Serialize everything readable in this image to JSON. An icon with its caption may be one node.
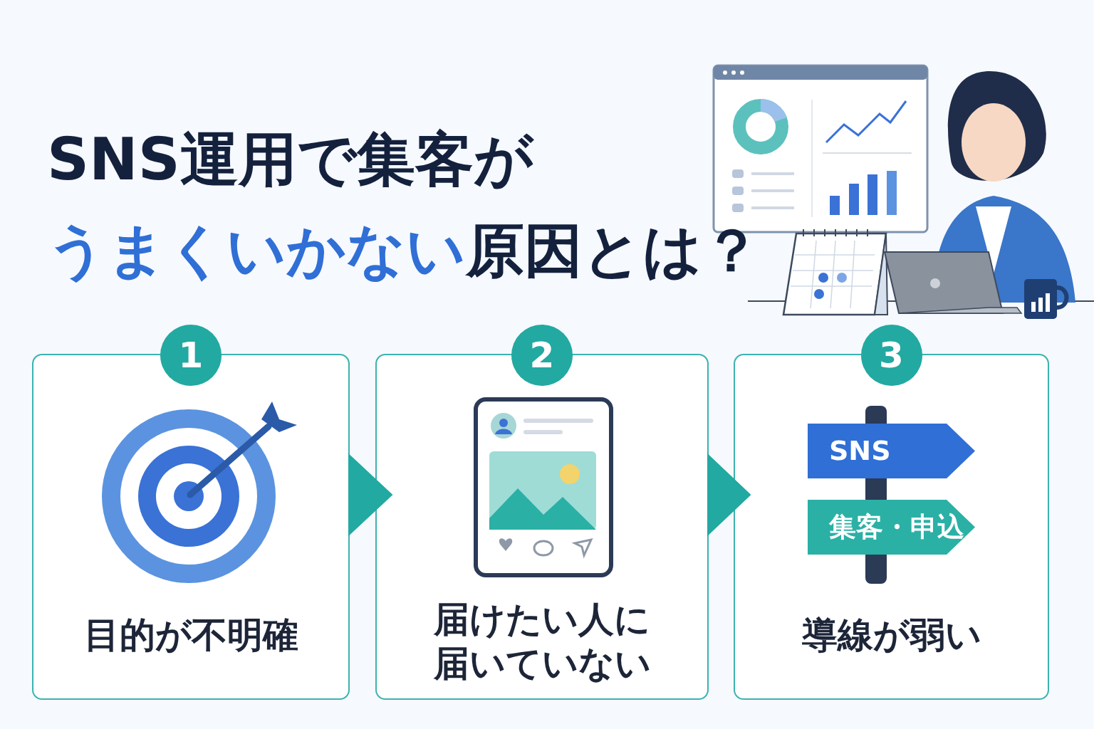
{
  "diagram": {
    "title": "SNS運用で集客が**うまくいかない**原因とは？",
    "nodes": [
      {
        "text": [
          "1",
          "目的が不明確"
        ]
      },
      {
        "text": [
          "2",
          "届けたい人に届いていない"
        ]
      },
      {
        "text": [
          "3",
          "導線が弱い"
        ]
      },
      {
        "text": [
          "SNS"
        ],
        "in": 2
      },
      {
        "text": [
          "集客・申込"
        ],
        "in": 2
      },
      {
        "text": [],
        "shape": "bar",
        "in": 2
      }
    ],
    "edges": [
      {
        "from": 0,
        "to": 1,
        "arrow": "to"
      },
      {
        "from": 1,
        "to": 2,
        "arrow": "to"
      }
    ]
  }
}
